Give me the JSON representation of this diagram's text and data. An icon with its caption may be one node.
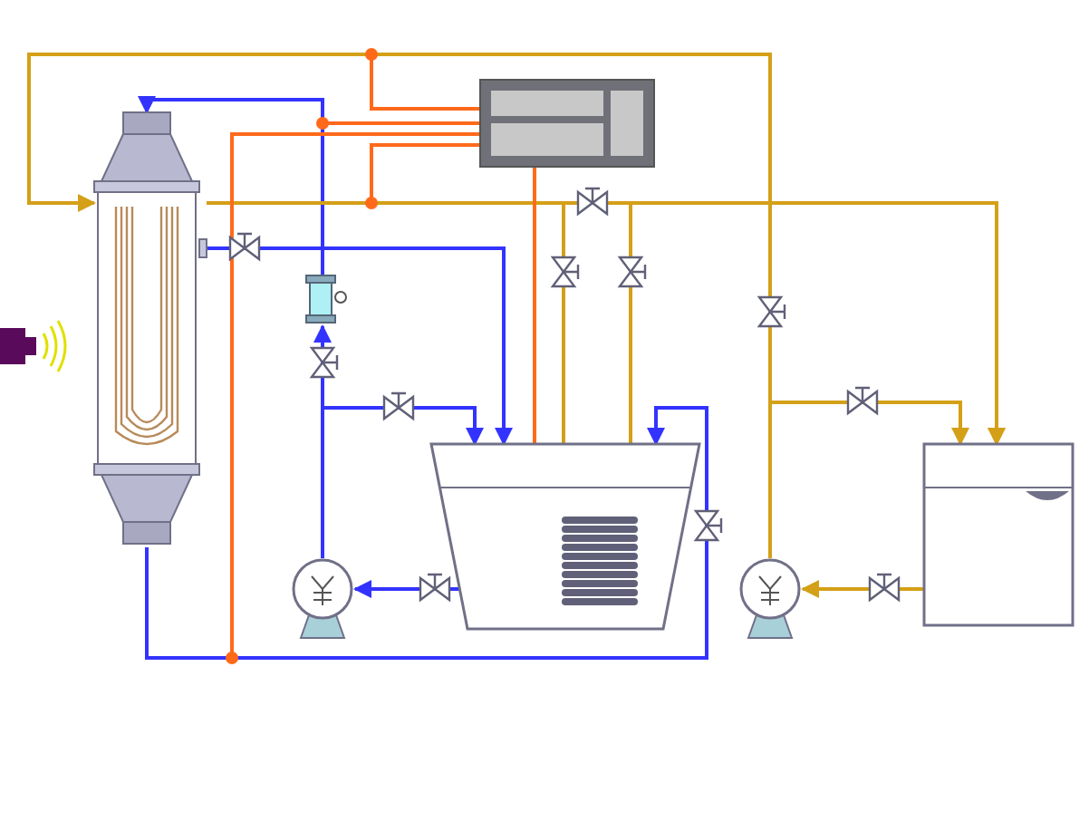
{
  "diagram": {
    "nodes": [
      {
        "text": [],
        "shape": "cylinder"
      },
      {
        "text": [],
        "shape": "box"
      },
      {
        "text": [],
        "shape": "box"
      },
      {
        "text": [],
        "shape": "circle"
      },
      {
        "text": [],
        "shape": "box"
      },
      {
        "text": [],
        "shape": "coil",
        "in": 4
      },
      {
        "text": [],
        "shape": "circle"
      },
      {
        "text": [],
        "shape": "box"
      }
    ],
    "edges": [
      {
        "from": 3,
        "to": 4,
        "arrow": "to",
        "color": "#3333ff"
      },
      {
        "from": 3,
        "to": 2,
        "arrow": "to",
        "color": "#3333ff"
      },
      {
        "from": 2,
        "to": 0,
        "arrow": "to",
        "color": "#3333ff"
      },
      {
        "from": 0,
        "to": 4,
        "arrow": "to",
        "color": "#3333ff"
      },
      {
        "from": 0,
        "to": 4,
        "arrow": "to",
        "color": "#3333ff"
      },
      {
        "from": 4,
        "to": 3,
        "arrow": "to",
        "color": "#3333ff"
      },
      {
        "from": 6,
        "to": 0,
        "arrow": "to",
        "color": "#d4a017"
      },
      {
        "from": 6,
        "to": 7,
        "arrow": "to",
        "color": "#d4a017"
      },
      {
        "from": 0,
        "to": 7,
        "arrow": "to",
        "color": "#d4a017"
      },
      {
        "from": 0,
        "to": 5,
        "arrow": "to",
        "color": "#d4a017"
      },
      {
        "from": 5,
        "to": 7,
        "arrow": "to",
        "color": "#d4a017"
      },
      {
        "from": 7,
        "to": 6,
        "arrow": "to",
        "color": "#d4a017"
      },
      {
        "from": 1,
        "to": 4,
        "arrow": "other",
        "color": "#ff6a1a"
      },
      {
        "from": 1,
        "to": null,
        "arrow": "other",
        "color": "#ff6a1a"
      },
      {
        "from": 1,
        "to": null,
        "arrow": "other",
        "color": "#ff6a1a"
      },
      {
        "from": 1,
        "to": null,
        "arrow": "other",
        "color": "#ff6a1a"
      },
      {
        "from": 1,
        "to": null,
        "arrow": "other",
        "color": "#ff6a1a"
      }
    ]
  }
}
